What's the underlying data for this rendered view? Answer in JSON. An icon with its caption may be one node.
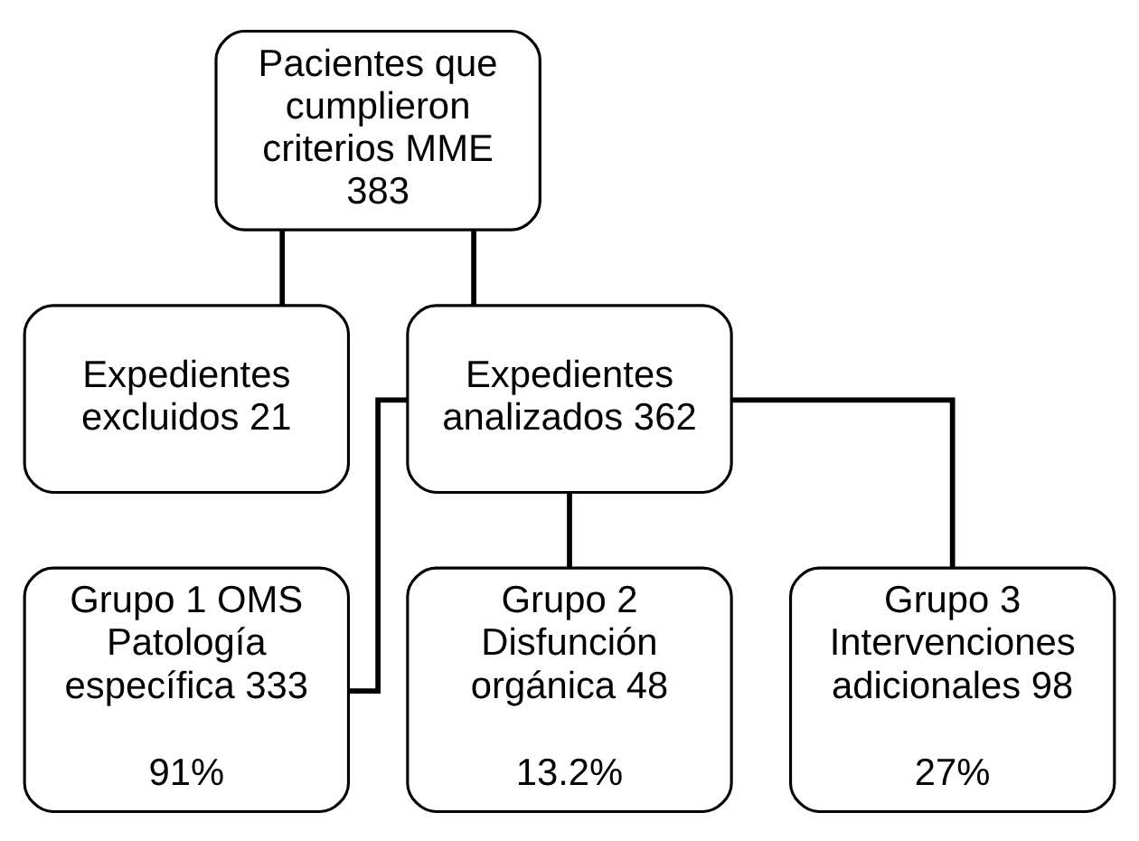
{
  "diagram": {
    "nodes": [
      {
        "text": [
          "Pacientes que cumplieron criterios MME 383"
        ]
      },
      {
        "text": [
          "Expedientes excluidos 21"
        ]
      },
      {
        "text": [
          "Expedientes analizados 362"
        ]
      },
      {
        "text": [
          "Grupo 1 OMS Patología específica 333",
          "91%"
        ]
      },
      {
        "text": [
          "Grupo 2 Disfunción orgánica 48",
          "13.2%"
        ]
      },
      {
        "text": [
          "Grupo 3 Intervenciones adicionales 98",
          "27%"
        ]
      }
    ],
    "edges": [
      {
        "from": 0,
        "to": 1,
        "arrow": "none"
      },
      {
        "from": 0,
        "to": 2,
        "arrow": "none"
      },
      {
        "from": 2,
        "to": 3,
        "arrow": "none"
      },
      {
        "from": 2,
        "to": 4,
        "arrow": "none"
      },
      {
        "from": 2,
        "to": 5,
        "arrow": "none"
      }
    ]
  }
}
